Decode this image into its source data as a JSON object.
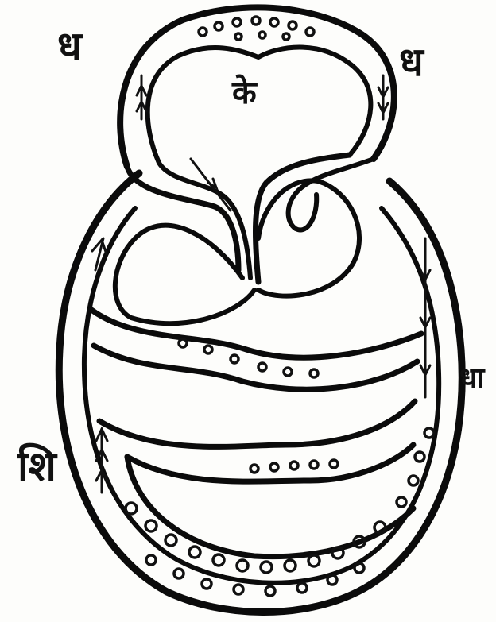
{
  "labels": {
    "top_left": "ध",
    "top_right": "ध",
    "center": "के",
    "right_middle": "धा",
    "left_lower": "शि"
  },
  "colors": {
    "ink": "#0b0b0b",
    "paper": "#fdfdfb"
  }
}
